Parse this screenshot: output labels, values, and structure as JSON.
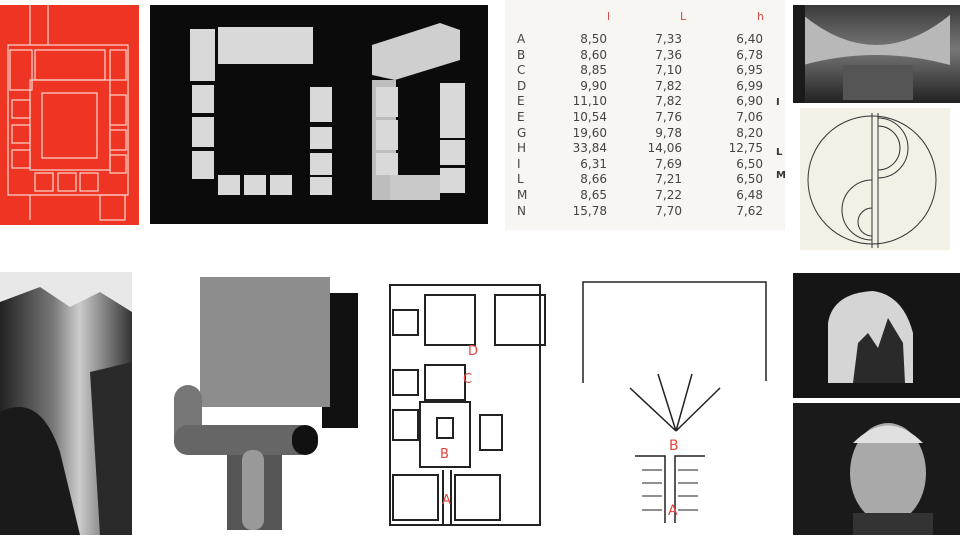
{
  "table": {
    "headers": [
      "l",
      "L",
      "h"
    ],
    "rows": [
      {
        "label": "A",
        "l": "8,50",
        "L": "7,33",
        "h": "6,40"
      },
      {
        "label": "B",
        "l": "8,60",
        "L": "7,36",
        "h": "6,78"
      },
      {
        "label": "C",
        "l": "8,85",
        "L": "7,10",
        "h": "6,95"
      },
      {
        "label": "D",
        "l": "9,90",
        "L": "7,82",
        "h": "6,99"
      },
      {
        "label": "E",
        "l": "11,10",
        "L": "7,82",
        "h": "6,90"
      },
      {
        "label": "E",
        "l": "10,54",
        "L": "7,76",
        "h": "7,06"
      },
      {
        "label": "G",
        "l": "19,60",
        "L": "9,78",
        "h": "8,20"
      },
      {
        "label": "H",
        "l": "33,84",
        "L": "14,06",
        "h": "12,75"
      },
      {
        "label": "I",
        "l": "6,31",
        "L": "7,69",
        "h": "6,50"
      },
      {
        "label": "L",
        "l": "8,66",
        "L": "7,21",
        "h": "6,50"
      },
      {
        "label": "M",
        "l": "8,65",
        "L": "7,22",
        "h": "6,48"
      },
      {
        "label": "N",
        "l": "15,78",
        "L": "7,70",
        "h": "7,62"
      }
    ],
    "side_labels": [
      "I",
      "L",
      "M"
    ]
  },
  "plan_labels": [
    "D",
    "C",
    "B",
    "A"
  ],
  "diagram_labels": [
    "B",
    "A"
  ],
  "colors": {
    "plan_red": "#ee3524",
    "accent_red": "#e5453a"
  }
}
